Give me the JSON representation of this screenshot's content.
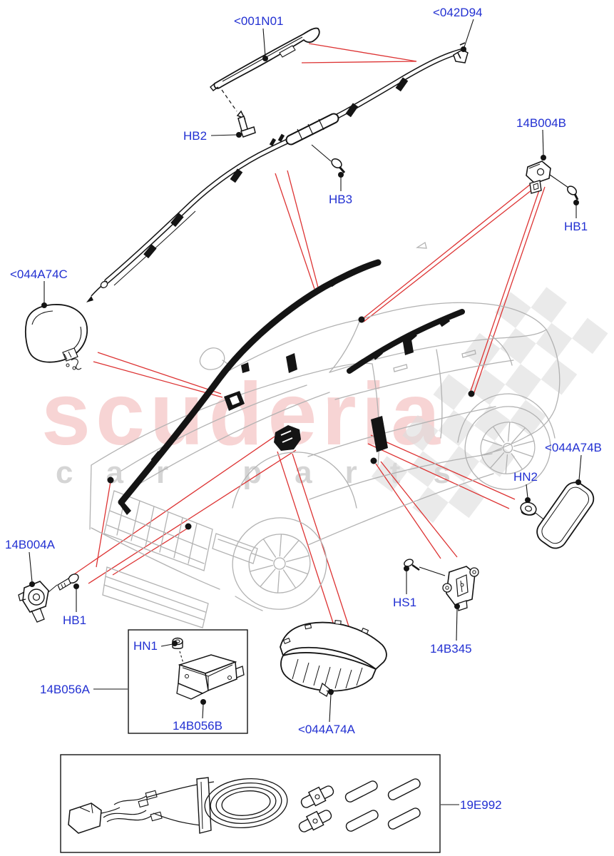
{
  "title": "Airbag system exploded parts diagram",
  "vehicle": "Range Rover Velar SUV line illustration",
  "watermark": {
    "brand": "scuderia",
    "tagline": "car parts"
  },
  "colors": {
    "label_blue": "#2230d2",
    "leader_red": "#dd3333",
    "drawing_black": "#141414",
    "vehicle_gray": "#b2b2b2",
    "watermark_pink": "rgba(226,88,88,0.26)",
    "watermark_gray": "rgba(150,150,150,0.40)",
    "flag_gray": "#dcdcdc"
  },
  "labels": [
    {
      "id": "001N01",
      "text": "<001N01"
    },
    {
      "id": "042D94",
      "text": "<042D94"
    },
    {
      "id": "HB2",
      "text": "HB2"
    },
    {
      "id": "HB3",
      "text": "HB3"
    },
    {
      "id": "14B004B",
      "text": "14B004B"
    },
    {
      "id": "HB1-right",
      "text": "HB1"
    },
    {
      "id": "044A74C",
      "text": "<044A74C"
    },
    {
      "id": "044A74B",
      "text": "<044A74B"
    },
    {
      "id": "HN2",
      "text": "HN2"
    },
    {
      "id": "14B004A",
      "text": "14B004A"
    },
    {
      "id": "HB1-left",
      "text": "HB1"
    },
    {
      "id": "HN1",
      "text": "HN1"
    },
    {
      "id": "14B056A",
      "text": "14B056A"
    },
    {
      "id": "14B056B",
      "text": "14B056B"
    },
    {
      "id": "044A74A",
      "text": "<044A74A"
    },
    {
      "id": "HS1",
      "text": "HS1"
    },
    {
      "id": "14B345",
      "text": "14B345"
    },
    {
      "id": "19E992",
      "text": "19E992"
    }
  ]
}
